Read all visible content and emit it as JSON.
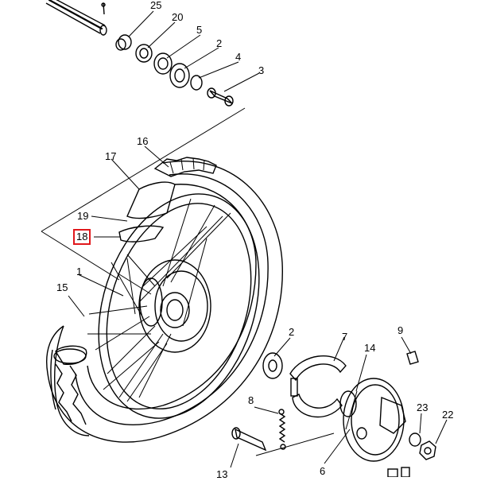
{
  "labels": {
    "l25": "25",
    "l20": "20",
    "l5": "5",
    "l2a": "2",
    "l4": "4",
    "l3": "3",
    "l16": "16",
    "l17": "17",
    "l19": "19",
    "l18": "18",
    "l1": "1",
    "l15": "15",
    "l2b": "2",
    "l7": "7",
    "l14": "14",
    "l9": "9",
    "l8": "8",
    "l23": "23",
    "l22": "22",
    "l6": "6",
    "l13": "13"
  },
  "highlight": {
    "label": "18",
    "color": "#e0181c"
  }
}
